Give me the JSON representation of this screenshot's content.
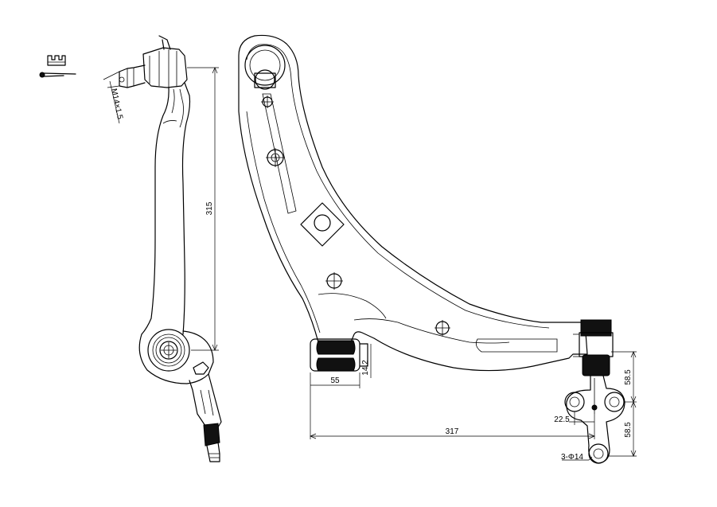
{
  "side_view": {
    "thread_label": "M14×1.5",
    "length_label": "315"
  },
  "front_view": {
    "bushing_width_label": "55",
    "bushing_height_label": "14.2",
    "overall_width_label": "317",
    "upper_height_label": "58.5",
    "lower_height_label": "58.5",
    "hole_offset_label": "22.5",
    "holes_label": "3-Φ14"
  }
}
